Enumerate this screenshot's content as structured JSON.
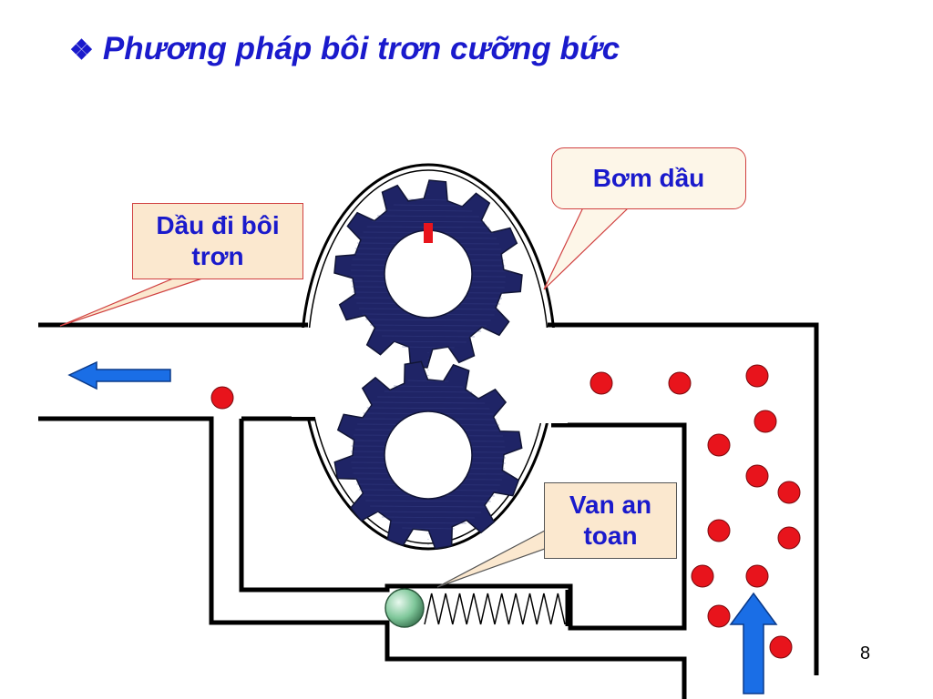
{
  "title": {
    "bullet": "❖",
    "text": "Phương pháp bôi trơn cưỡng bức"
  },
  "labels": {
    "lube_oil": "Dầu đi bôi trơn",
    "oil_pump": "Bơm dầu",
    "safety_valve": "Van an toan"
  },
  "page_number": "8",
  "colors": {
    "title": "#1a1acc",
    "gear": "#1f2466",
    "oil_droplet": "#e8141c",
    "arrow": "#1a6ee6",
    "callout_fill": "#fbe8cf",
    "callout_border": "#d04040",
    "valve_ball": "#7fc79a"
  },
  "icons": {
    "bullet": "diamond-bullet-icon",
    "flow_left": "arrow-left-icon",
    "flow_up": "arrow-up-icon"
  }
}
